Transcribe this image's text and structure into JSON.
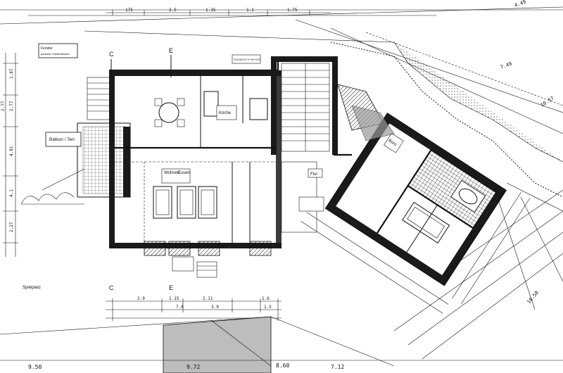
{
  "labels": {
    "fenster": "Fenster",
    "fenster_sub": "pauseal. Kastenfenster",
    "balkon": "Balkon / Terr.",
    "wohnen": "Wohnen",
    "essen": "Essen",
    "kueche": "Küche",
    "flur": "Flur",
    "buero": "Büro",
    "spielplatz": "Spielplatz",
    "section_c": "C",
    "section_e": "E",
    "schacht": "SCHACHT F+90 KV2"
  },
  "dimensions": {
    "top": [
      "175",
      "2.5",
      "1.15",
      "1.1",
      "1.75"
    ],
    "bottom_a": [
      "2.9",
      "1.15",
      "2.11",
      "1.6"
    ],
    "bottom_b": [
      "7.6",
      "3.9",
      "1.5"
    ],
    "left": [
      "1.87",
      "2.77",
      "2.77",
      "4.81",
      "4.1",
      "2.27"
    ],
    "lowest": [
      "9.50",
      "9.72",
      "8.60",
      "7.12"
    ],
    "right_diag": [
      "4.49",
      "7.49",
      "10.57",
      "10.50"
    ]
  },
  "colors": {
    "line": "#111111",
    "paper": "#ffffff",
    "plot_grey": "#bdbdbd"
  }
}
